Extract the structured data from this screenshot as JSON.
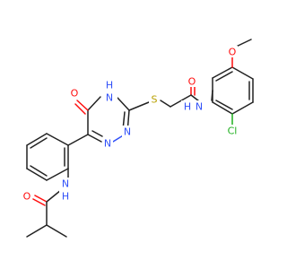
{
  "molecule": {
    "atom_labels": {
      "oxo_on_triazine": "O",
      "triazine_nh": "H",
      "triazine_n4": "N",
      "triazine_n1": "N",
      "triazine_n2": "N",
      "thioether": "S",
      "acetamide_carbonyl_o": "O",
      "acetamide_nh": "N",
      "acetamide_h": "H",
      "chloro": "Cl",
      "methoxy_o": "O",
      "amide_nh": "N",
      "amide_h": "H",
      "isobutyramide_carbonyl_o": "O"
    },
    "colors": {
      "carbon": "#222222",
      "nitrogen": "#3050F8",
      "oxygen": "#FF0D0D",
      "sulfur": "#B8A000",
      "chlorine": "#1FB01F"
    }
  }
}
